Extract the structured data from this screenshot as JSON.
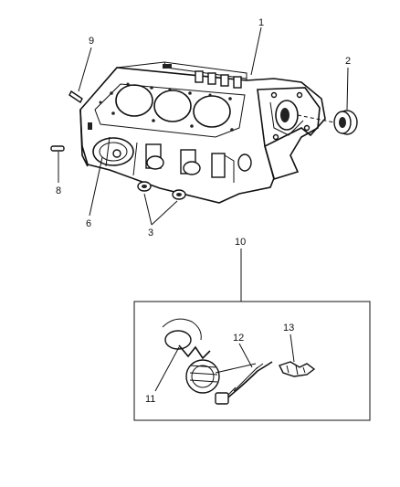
{
  "callouts": {
    "c1": "1",
    "c2": "2",
    "c3": "3",
    "c6": "6",
    "c8": "8",
    "c9": "9",
    "c10": "10",
    "c11": "11",
    "c12": "12",
    "c13": "13"
  }
}
